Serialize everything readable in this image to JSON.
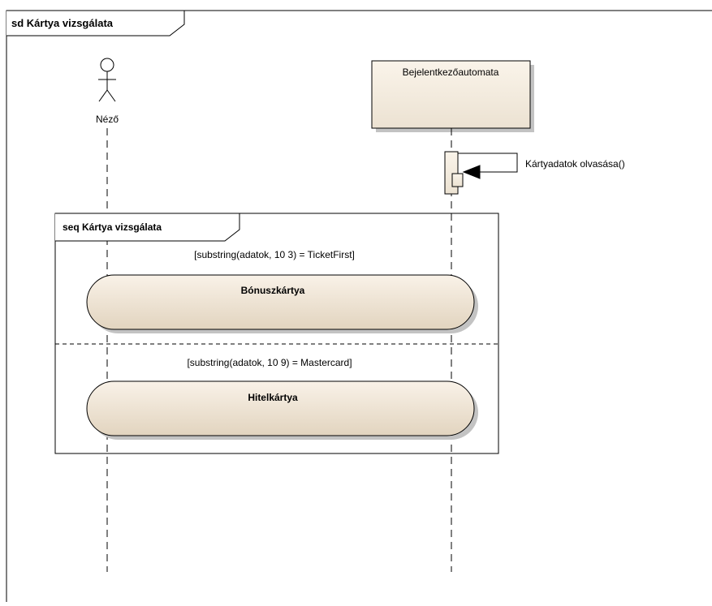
{
  "diagram": {
    "frame_title": "sd Kártya vizsgálata",
    "actor": {
      "name": "Néző"
    },
    "lifeline": {
      "name": "Bejelentkezőautomata"
    },
    "self_message": {
      "label": "Kártyadatok olvasása()"
    },
    "fragment": {
      "title": "seq Kártya vizsgálata",
      "operands": [
        {
          "guard": "[substring(adatok, 10 3) = TicketFirst]",
          "state_label": "Bónuszkártya"
        },
        {
          "guard": "[substring(adatok, 10 9) = Mastercard]",
          "state_label": "Hitelkártya"
        }
      ]
    },
    "colors": {
      "element_fill_light": "#f8f1e6",
      "element_fill_dark": "#e6dac7",
      "line": "#000000",
      "background": "#ffffff"
    }
  }
}
